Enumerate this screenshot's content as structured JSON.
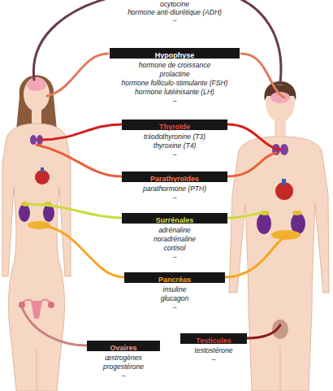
{
  "diagram": {
    "nodes": [
      {
        "text": [
          "ocytocine",
          "hormone anti-diurétique (ADH)",
          "–"
        ]
      },
      {
        "text": [
          "Hypophyse",
          "hormone de croissance",
          "prolactine",
          "hormone folliculo-stimulante (FSH)",
          "hormone lutéinisante (LH)",
          "–"
        ]
      },
      {
        "text": [
          "Thyroïde",
          "triiodothyronine (T3)",
          "thyroxine (T4)",
          "–"
        ]
      },
      {
        "text": [
          "Parathyroïdes",
          "parathormone (PTH)",
          "–"
        ]
      },
      {
        "text": [
          "Surrénales",
          "adrénaline",
          "noradrénaline",
          "cortisol",
          "–"
        ]
      },
      {
        "text": [
          "Pancréas",
          "insuline",
          "glucagon",
          "–"
        ]
      },
      {
        "text": [
          "Ovaires",
          "œstrogènes",
          "progestérone",
          "–"
        ]
      },
      {
        "text": [
          "Testicules",
          "testostérone",
          "–"
        ]
      }
    ]
  }
}
